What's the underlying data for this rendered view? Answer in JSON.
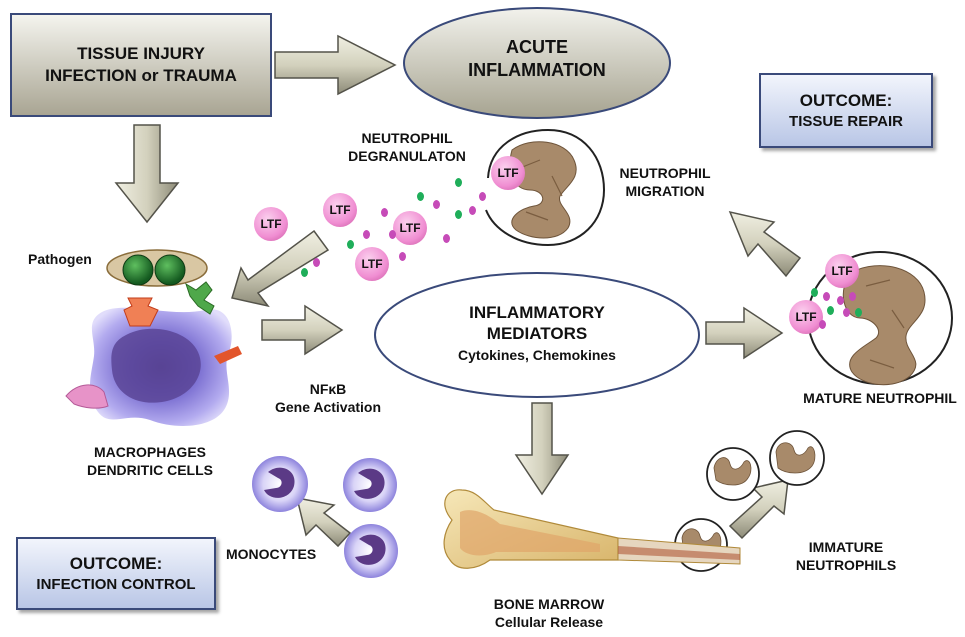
{
  "nodes": {
    "tissue_injury": {
      "line1": "TISSUE INJURY",
      "line2": "INFECTION or TRAUMA"
    },
    "acute_inflammation": {
      "line1": "ACUTE",
      "line2": "INFLAMMATION"
    },
    "outcome_repair": {
      "line1": "OUTCOME:",
      "line2": "TISSUE REPAIR"
    },
    "outcome_infection": {
      "line1": "OUTCOME:",
      "line2": "INFECTION CONTROL"
    },
    "inflammatory_mediators": {
      "line1": "INFLAMMATORY",
      "line2": "MEDIATORS",
      "line3": "Cytokines, Chemokines"
    }
  },
  "labels": {
    "pathogen": "Pathogen",
    "neutrophil_degranulation_1": "NEUTROPHIL",
    "neutrophil_degranulation_2": "DEGRANULATON",
    "neutrophil_migration_1": "NEUTROPHIL",
    "neutrophil_migration_2": "MIGRATION",
    "nfkb_1": "NFκB",
    "nfkb_2": "Gene Activation",
    "macrophages_1": "MACROPHAGES",
    "macrophages_2": "DENDRITIC CELLS",
    "monocytes": "MONOCYTES",
    "mature_neutrophil": "MATURE NEUTROPHIL",
    "immature_1": "IMMATURE",
    "immature_2": "NEUTROPHILS",
    "bone_marrow_1": "BONE MARROW",
    "bone_marrow_2": "Cellular Release"
  },
  "ltf_label": "LTF",
  "colors": {
    "box_fill_top": "#f4f4ee",
    "box_fill_bottom": "#a9a593",
    "outcome_fill": "#dbe3f4",
    "arrow_fill": "#c8c7b4",
    "arrow_stroke": "#54534a",
    "ltf_pink": "#f08ed2",
    "macrophage_purple": "#7f6ee0",
    "granule_green": "#1fae5a",
    "granule_magenta": "#c64bb8",
    "nucleus_brown": "#a88a6a"
  }
}
